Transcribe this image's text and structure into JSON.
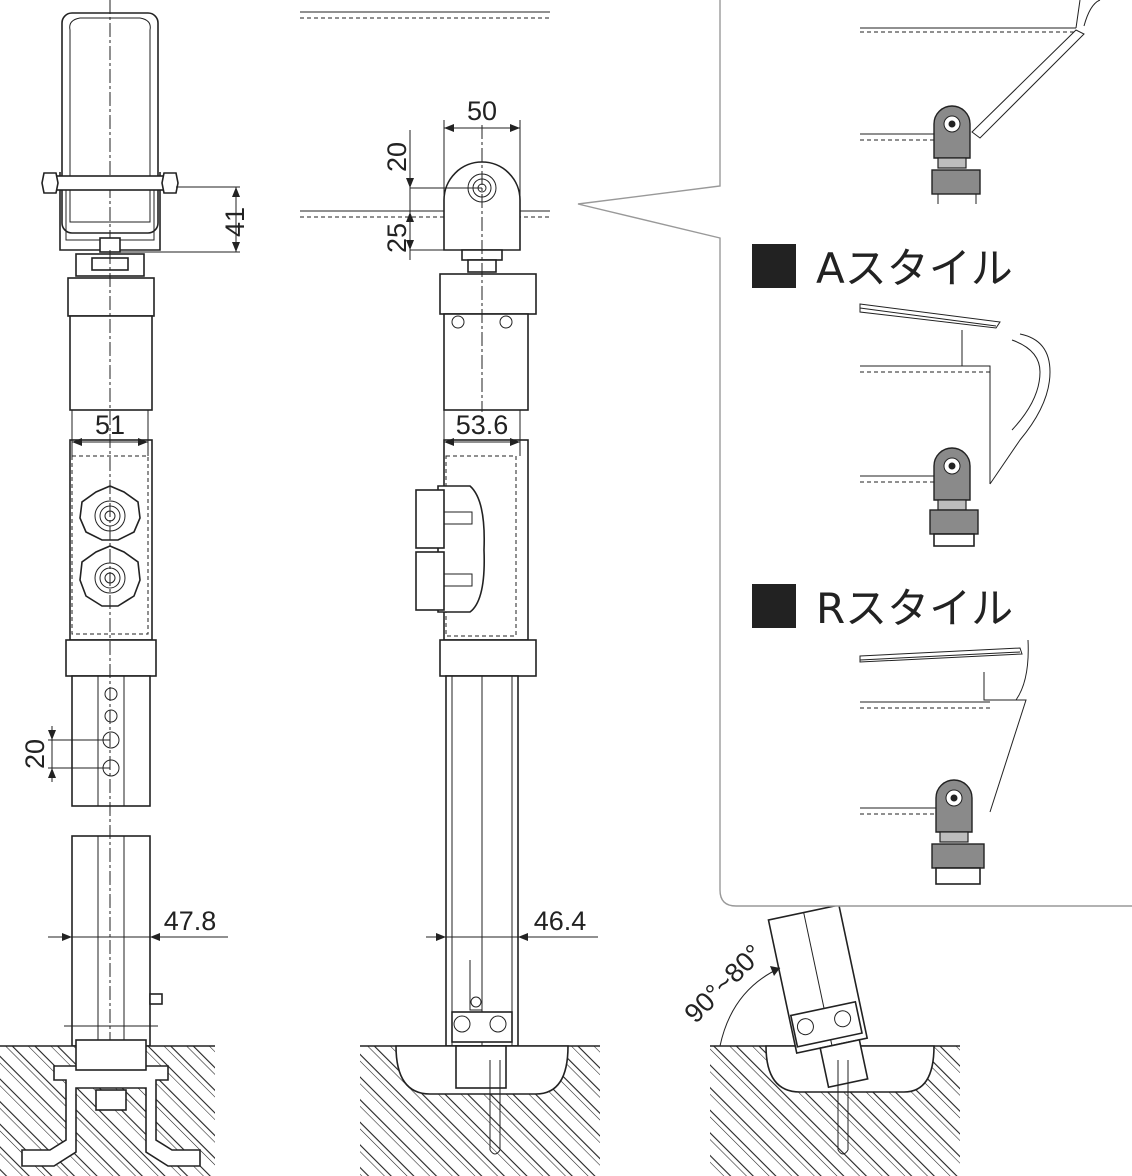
{
  "dimensions": {
    "d41": "41",
    "d50": "50",
    "d20_top": "20",
    "d25": "25",
    "d51": "51",
    "d53_6": "53.6",
    "d20_holes": "20",
    "d47_8": "47.8",
    "d46_4": "46.4",
    "angle": "90°~80°"
  },
  "styles": {
    "a_style": "Aスタイル",
    "r_style": "Rスタイル"
  },
  "colors": {
    "line": "#222222",
    "part_gray": "#8a8a8a",
    "callout_border": "#999999"
  }
}
